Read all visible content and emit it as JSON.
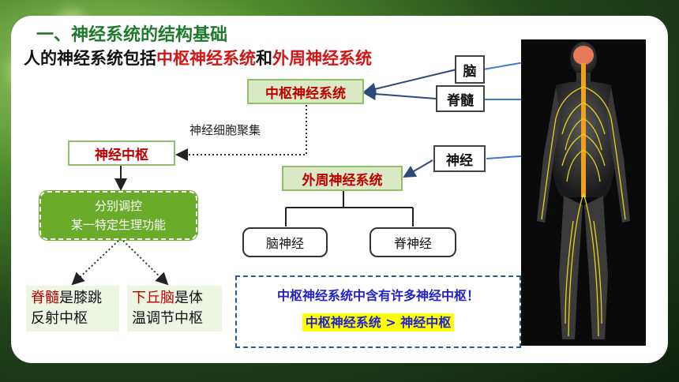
{
  "title": "一、神经系统的结构基础",
  "intro": {
    "prefix": "人的神经系统包括",
    "central": "中枢神经系统",
    "and": "和",
    "peripheral": "外周神经系统"
  },
  "diagram": {
    "cns": "中枢神经系统",
    "pns": "外周神经系统",
    "cell_cluster": "神经细胞聚集",
    "nerve_center": "神经中枢",
    "function_line1": "分别调控",
    "function_line2": "某一特定生理功能",
    "brain_nerve": "脑神经",
    "spinal_nerve": "脊神经",
    "example1": {
      "highlight": "脊髓",
      "rest1": "是膝跳",
      "rest2": "反射中枢"
    },
    "example2": {
      "highlight": "下丘脑",
      "rest1": "是体",
      "rest2": "温调节中枢"
    }
  },
  "labels": {
    "brain": "脑",
    "spinal_cord": "脊髓",
    "nerve": "神经"
  },
  "note": {
    "line1": "中枢神经系统中含有许多神经中枢！",
    "line2": "中枢神经系统 > 神经中枢"
  },
  "colors": {
    "title_green": "#1f7a2e",
    "highlight_red": "#c00000",
    "note_blue": "#2222cc",
    "function_green": "#6aab2a"
  }
}
